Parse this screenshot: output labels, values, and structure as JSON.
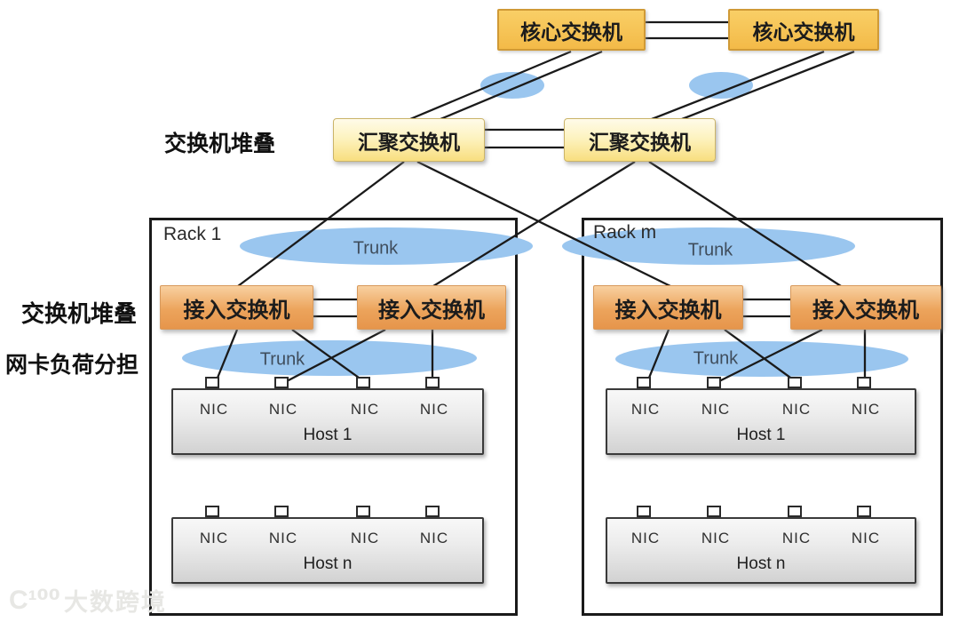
{
  "side_labels": {
    "top": "交换机堆叠",
    "mid": "交换机堆叠",
    "bottom": "网卡负荷分担"
  },
  "core_switches": [
    "核心交换机",
    "核心交换机"
  ],
  "agg_switches": [
    "汇聚交换机",
    "汇聚交换机"
  ],
  "racks": [
    {
      "name": "Rack 1",
      "trunk_top": "Trunk",
      "trunk_bottom": "Trunk",
      "access_switches": [
        "接入交换机",
        "接入交换机"
      ],
      "hosts": [
        {
          "name": "Host 1",
          "nics": [
            "NIC",
            "NIC",
            "NIC",
            "NIC"
          ]
        },
        {
          "name": "Host n",
          "nics": [
            "NIC",
            "NIC",
            "NIC",
            "NIC"
          ]
        }
      ]
    },
    {
      "name": "Rack m",
      "trunk_top": "Trunk",
      "trunk_bottom": "Trunk",
      "access_switches": [
        "接入交换机",
        "接入交换机"
      ],
      "hosts": [
        {
          "name": "Host 1",
          "nics": [
            "NIC",
            "NIC",
            "NIC",
            "NIC"
          ]
        },
        {
          "name": "Host n",
          "nics": [
            "NIC",
            "NIC",
            "NIC",
            "NIC"
          ]
        }
      ]
    }
  ],
  "watermark": {
    "logo": "C¹⁰⁰",
    "text": "大数跨境"
  },
  "colors": {
    "core_fill": "#F6C254",
    "core_border": "#D09A36",
    "agg_fill_top": "#FFFBE9",
    "agg_fill_bottom": "#F8DE7F",
    "access_fill_top": "#F8D0A0",
    "access_fill_bottom": "#E6954B",
    "host_fill_top": "#F8F8F8",
    "host_fill_bottom": "#D2D2D2",
    "trunk_ellipse": "#9AC6EF",
    "trunk_text": "#3F4D5C",
    "line": "#1A1A1A"
  }
}
